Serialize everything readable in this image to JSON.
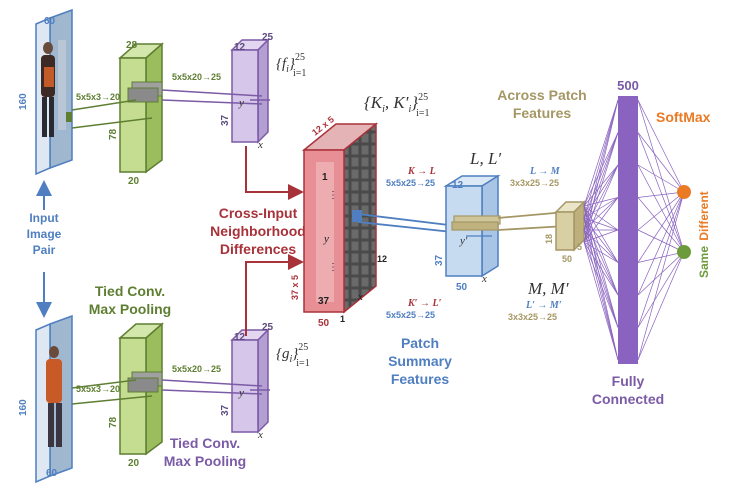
{
  "input": {
    "label_line1": "Input",
    "label_line2": "Image",
    "label_line3": "Pair",
    "dim_w": "60",
    "dim_h": "160"
  },
  "conv1": {
    "kernel": "5x5x3→20",
    "dim_top": "28",
    "dim_left": "78",
    "dim_bottom": "20",
    "label_line1": "Tied Conv.",
    "label_line2": "Max Pooling"
  },
  "conv2": {
    "kernel": "5x5x20→25",
    "dim_top_a": "12",
    "dim_top_b": "25",
    "dim_left": "37",
    "top_set": "{f",
    "top_set_sub": "i",
    "top_set_close": "}",
    "top_set_sup": "25",
    "top_set_sub2": "i=1",
    "bottom_set": "{g",
    "bottom_set_sub": "i",
    "bottom_set_close": "}",
    "bottom_set_sup": "25",
    "bottom_set_sub2": "i=1",
    "label_line1": "Tied Conv.",
    "label_line2": "Max Pooling",
    "x_label": "x",
    "y_label": "y"
  },
  "cross": {
    "set_text": "{K",
    "set_sub": "i",
    "set_mid": ", K′",
    "set_sub_b": "i",
    "set_close": "}",
    "set_sup": "25",
    "set_sub2": "i=1",
    "dim_top": "12 x 5",
    "dim_left": "37 x 5",
    "dim_bottom": "50",
    "col_top": "12",
    "row_1": "1",
    "row_y": "y",
    "row_37": "37",
    "col_1": "1",
    "col_x": "x",
    "label_line1": "Cross-Input",
    "label_line2": "Neighborhood",
    "label_line3": "Differences"
  },
  "patch": {
    "op_top": "K → L",
    "kernel_top": "5x5x25→25",
    "op_bottom": "K′ → L′",
    "kernel_bottom": "5x5x25→25",
    "set": "L, L′",
    "dim_top": "12",
    "dim_left": "37",
    "dim_bottom": "50",
    "x_label": "x",
    "y_label": "y′",
    "label_line1": "Patch",
    "label_line2": "Summary",
    "label_line3": "Features"
  },
  "across": {
    "label_line1": "Across Patch",
    "label_line2": "Features",
    "op_top": "L → M",
    "kernel_top": "3x3x25→25",
    "op_bottom": "L′ → M′",
    "kernel_bottom": "3x3x25→25",
    "set": "M, M′",
    "dim_left": "18",
    "dim_right": "5",
    "dim_bottom": "50"
  },
  "fc": {
    "units": "500",
    "label_line1": "Fully",
    "label_line2": "Connected"
  },
  "softmax": {
    "label": "SoftMax",
    "out_different": "Different",
    "out_same": "Same"
  },
  "colors": {
    "blue": "#4f7fc0",
    "green": "#5e7e32",
    "purple": "#7b5aa6",
    "red": "#a8323a",
    "tan": "#a59765",
    "orange": "#ea7a24",
    "same_green": "#6d9a3a",
    "fc_purple": "#8a63c0"
  }
}
